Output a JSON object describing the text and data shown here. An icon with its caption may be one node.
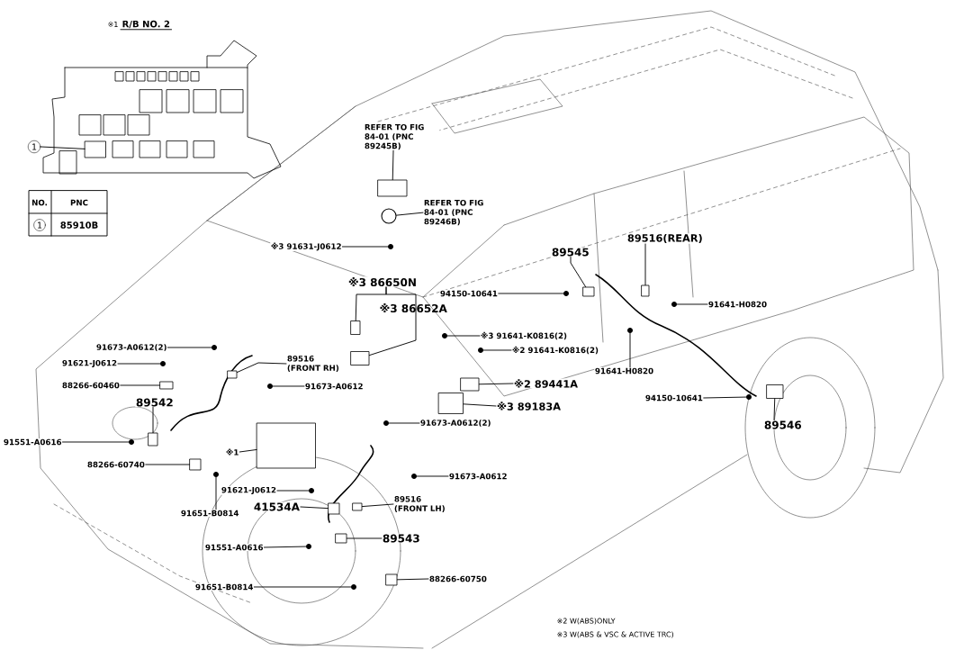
{
  "diagram": {
    "nodes": [
      {
        "text": [
          "1"
        ]
      },
      {
        "text": [
          "REFER TO FIG 84-01 (PNC 89245B)"
        ]
      },
      {
        "text": [
          "REFER TO FIG 84-01 (PNC 89246B)"
        ]
      },
      {
        "text": [
          "※3 91631-J0612"
        ]
      },
      {
        "text": [
          "※3 86650N"
        ]
      },
      {
        "text": [
          "94150-10641"
        ]
      },
      {
        "text": [
          "※3 91641-K0816(2)"
        ]
      },
      {
        "text": [
          "※2 91641-K0816(2)"
        ]
      },
      {
        "text": [
          "※2 89441A"
        ]
      },
      {
        "text": [
          "※3 89183A"
        ]
      },
      {
        "text": [
          "89545"
        ]
      },
      {
        "text": [
          "89516(REAR)"
        ]
      },
      {
        "text": [
          "91641-H0820"
        ]
      },
      {
        "text": [
          "91641-H0820"
        ]
      },
      {
        "text": [
          "94150-10641"
        ]
      },
      {
        "text": [
          "89546"
        ]
      },
      {
        "text": [
          "91673-A0612(2)"
        ]
      },
      {
        "text": [
          "91621-J0612"
        ]
      },
      {
        "text": [
          "88266-60460"
        ]
      },
      {
        "text": [
          "89542"
        ]
      },
      {
        "text": [
          "89516 (FRONT RH)"
        ]
      },
      {
        "text": [
          "91673-A0612"
        ]
      },
      {
        "text": [
          "91551-A0616"
        ]
      },
      {
        "text": [
          "88266-60740"
        ]
      },
      {
        "text": [
          "※1"
        ]
      },
      {
        "text": [
          "91621-J0612"
        ]
      },
      {
        "text": [
          "41534A"
        ]
      },
      {
        "text": [
          "91651-B0814"
        ]
      },
      {
        "text": [
          "91551-A0616"
        ]
      },
      {
        "text": [
          "91651-B0814"
        ]
      },
      {
        "text": [
          "91673-A0612(2)"
        ]
      },
      {
        "text": [
          "91673-A0612"
        ]
      },
      {
        "text": [
          "89516 (FRONT LH)"
        ]
      },
      {
        "text": [
          "89543"
        ]
      },
      {
        "text": [
          "88266-60750"
        ]
      },
      {
        "text": [],
        "shape": "box"
      },
      {
        "text": [],
        "shape": "box"
      },
      {
        "text": [],
        "shape": "circle"
      },
      {
        "text": [],
        "shape": "circle"
      },
      {
        "text": [],
        "shape": "box"
      },
      {
        "text": [],
        "shape": "box"
      },
      {
        "text": [],
        "shape": "circle"
      },
      {
        "text": [],
        "shape": "circle"
      },
      {
        "text": [],
        "shape": "circle"
      },
      {
        "text": [],
        "shape": "box"
      },
      {
        "text": [],
        "shape": "box"
      },
      {
        "text": [],
        "shape": "box"
      },
      {
        "text": [],
        "shape": "box"
      },
      {
        "text": [],
        "shape": "circle"
      },
      {
        "text": [],
        "shape": "circle"
      },
      {
        "text": [],
        "shape": "circle"
      },
      {
        "text": [],
        "shape": "box"
      },
      {
        "text": [],
        "shape": "circle"
      },
      {
        "text": [],
        "shape": "circle"
      },
      {
        "text": [],
        "shape": "box"
      },
      {
        "text": [],
        "shape": "box"
      },
      {
        "text": [],
        "shape": "box"
      },
      {
        "text": [],
        "shape": "circle"
      },
      {
        "text": [],
        "shape": "circle"
      },
      {
        "text": [],
        "shape": "box"
      },
      {
        "text": [],
        "shape": "box"
      },
      {
        "text": [],
        "shape": "circle"
      },
      {
        "text": [],
        "shape": "box"
      },
      {
        "text": [],
        "shape": "circle"
      },
      {
        "text": [],
        "shape": "circle"
      },
      {
        "text": [],
        "shape": "circle"
      },
      {
        "text": [],
        "shape": "circle"
      },
      {
        "text": [],
        "shape": "circle"
      },
      {
        "text": [],
        "shape": "box"
      },
      {
        "text": [],
        "shape": "box"
      },
      {
        "text": [],
        "shape": "box"
      }
    ],
    "edges": [
      {
        "from": 0,
        "to": 35,
        "arrow": "none"
      },
      {
        "from": 1,
        "to": 36,
        "arrow": "none"
      },
      {
        "from": 2,
        "to": 37,
        "arrow": "none"
      },
      {
        "from": 3,
        "to": 38,
        "arrow": "none"
      },
      {
        "from": 4,
        "to": 39,
        "arrow": "none"
      },
      {
        "from": 4,
        "to": 40,
        "arrow": "none"
      },
      {
        "from": 5,
        "to": 41,
        "arrow": "none"
      },
      {
        "from": 6,
        "to": 42,
        "arrow": "none"
      },
      {
        "from": 7,
        "to": 43,
        "arrow": "none"
      },
      {
        "from": 8,
        "to": 44,
        "arrow": "none"
      },
      {
        "from": 9,
        "to": 45,
        "arrow": "none"
      },
      {
        "from": 10,
        "to": 46,
        "arrow": "none"
      },
      {
        "from": 11,
        "to": 47,
        "arrow": "none"
      },
      {
        "from": 12,
        "to": 48,
        "arrow": "none"
      },
      {
        "from": 13,
        "to": 49,
        "arrow": "none"
      },
      {
        "from": 14,
        "to": 50,
        "arrow": "none"
      },
      {
        "from": 15,
        "to": 51,
        "arrow": "none"
      },
      {
        "from": 16,
        "to": 52,
        "arrow": "none"
      },
      {
        "from": 17,
        "to": 53,
        "arrow": "none"
      },
      {
        "from": 18,
        "to": 54,
        "arrow": "none"
      },
      {
        "from": 19,
        "to": 55,
        "arrow": "none"
      },
      {
        "from": 20,
        "to": 56,
        "arrow": "none"
      },
      {
        "from": 21,
        "to": 57,
        "arrow": "none"
      },
      {
        "from": 22,
        "to": 58,
        "arrow": "none"
      },
      {
        "from": 23,
        "to": 59,
        "arrow": "none"
      },
      {
        "from": 24,
        "to": 60,
        "arrow": "none"
      },
      {
        "from": 25,
        "to": 61,
        "arrow": "none"
      },
      {
        "from": 26,
        "to": 62,
        "arrow": "none"
      },
      {
        "from": 27,
        "to": 63,
        "arrow": "none"
      },
      {
        "from": 28,
        "to": 64,
        "arrow": "none"
      },
      {
        "from": 29,
        "to": 65,
        "arrow": "none"
      },
      {
        "from": 30,
        "to": 66,
        "arrow": "none"
      },
      {
        "from": 31,
        "to": 67,
        "arrow": "none"
      },
      {
        "from": 32,
        "to": 68,
        "arrow": "none"
      },
      {
        "from": 33,
        "to": 69,
        "arrow": "none"
      },
      {
        "from": 34,
        "to": 70,
        "arrow": "none"
      }
    ],
    "labels": [
      "※1",
      "R/B NO. 2",
      "NO.",
      "PNC",
      "1",
      "85910B",
      "※3 86652A",
      "※2 W(ABS)ONLY",
      "※3 W(ABS & VSC & ACTIVE TRC)"
    ]
  }
}
